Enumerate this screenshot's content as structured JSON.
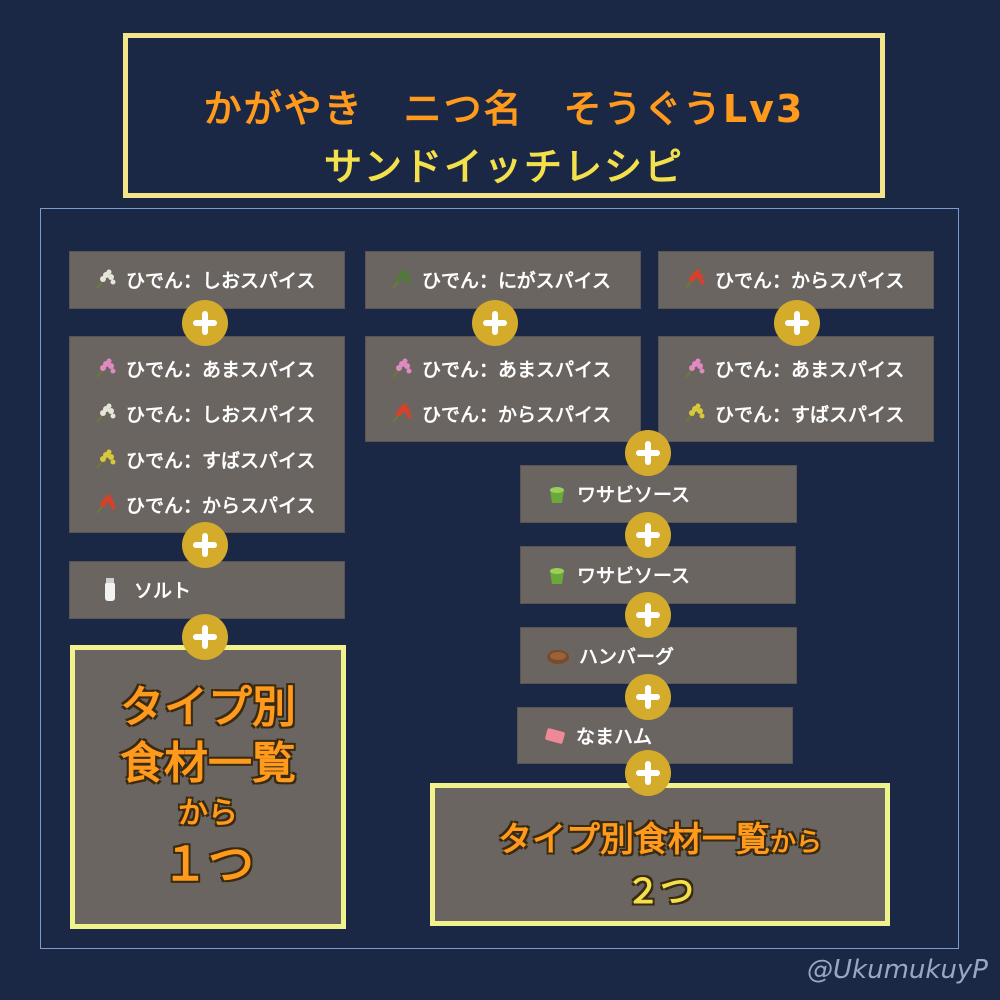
{
  "title": {
    "line1": "かがやき　ニつ名　そうぐうLv3",
    "line2": "サンドイッチレシピ"
  },
  "colors": {
    "background": "#1b2845",
    "panel": "#6b6562",
    "plus": "#d4ab2a",
    "title_orange": "#ff9a1c",
    "title_yellow": "#f3e04a",
    "highlight_border": "#f2f28c"
  },
  "recipe_left": {
    "first": "ひでん：しおスパイス",
    "group": [
      "ひでん：あまスパイス",
      "ひでん：しおスパイス",
      "ひでん：すばスパイス",
      "ひでん：からスパイス"
    ],
    "salt": "ソルト",
    "choose": {
      "line1": "タイプ別",
      "line2": "食材一覧",
      "line3": "から",
      "line4": "１つ"
    }
  },
  "recipe_middle": {
    "first": "ひでん：にがスパイス",
    "group": [
      "ひでん：あまスパイス",
      "ひでん：からスパイス"
    ]
  },
  "recipe_right": {
    "first": "ひでん：からスパイス",
    "group": [
      "ひでん：あまスパイス",
      "ひでん：すばスパイス"
    ]
  },
  "shared": {
    "items": [
      "ワサビソース",
      "ワサビソース",
      "ハンバーグ",
      "なまハム"
    ],
    "choose": {
      "line1a": "タイプ別食材一覧",
      "line1b": "から",
      "line2": "２つ"
    }
  },
  "watermark": "@UkumukuyP"
}
